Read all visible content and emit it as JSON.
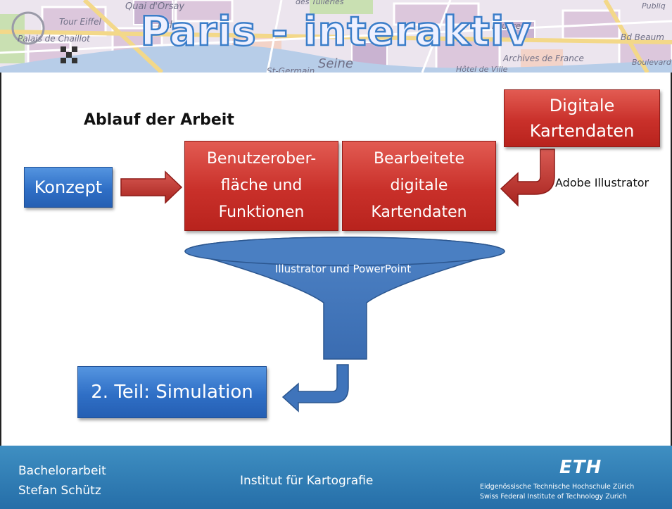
{
  "header": {
    "title": "Paris - interaktiv",
    "map_labels": {
      "quai": "Quai d'Orsay",
      "tuileries": "des Tuileries",
      "palais": "Palais de Chaillot",
      "tour": "Tour Eiffel",
      "seine": "Seine",
      "germain": "St-Germain",
      "archives": "Archives de France",
      "hotel": "Hôtel de Ville",
      "bd": "Bd Beaum",
      "boulevard": "Boulevard",
      "pal": "Pal",
      "louvre": "du Louvre",
      "publique": "Publiq"
    }
  },
  "heading": "Ablauf der Arbeit",
  "nodes": {
    "konzept": "Konzept",
    "benutzer": [
      "Benutzerober-",
      "fläche und",
      "Funktionen"
    ],
    "bearbeitete": [
      "Bearbeitete",
      "digitale",
      "Kartendaten"
    ],
    "digitale": [
      "Digitale",
      "Kartendaten"
    ],
    "simulation": "2. Teil: Simulation"
  },
  "labels": {
    "adobe": "Adobe Illustrator",
    "funnel": "Illustrator und PowerPoint"
  },
  "footer": {
    "line1": "Bachelorarbeit",
    "line2": "Stefan Schütz",
    "center": "Institut für Kartografie",
    "logo": "ETH",
    "eth_de": "Eidgenössische Technische Hochschule Zürich",
    "eth_en": "Swiss Federal Institute of Technology Zurich"
  },
  "colors": {
    "red": "#c9302a",
    "blue": "#2f6fc6",
    "arrow": "#b8302b",
    "funnel": "#3e72b8",
    "footer": "#2f7db6"
  }
}
